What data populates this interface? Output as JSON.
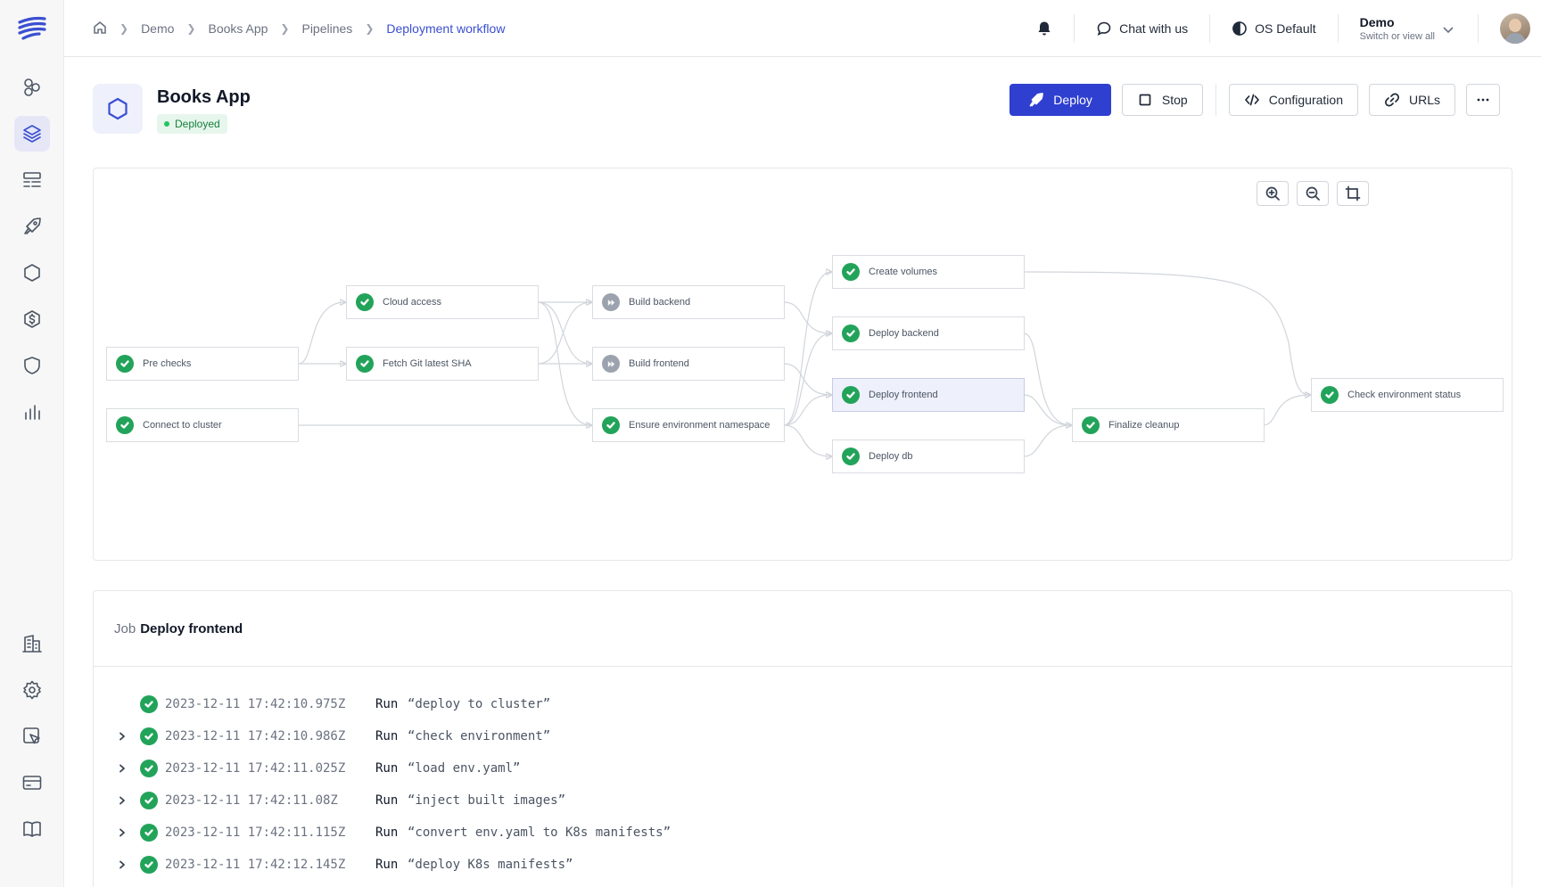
{
  "breadcrumb": [
    "Demo",
    "Books App",
    "Pipelines",
    "Deployment workflow"
  ],
  "topbar": {
    "chat_label": "Chat with us",
    "theme_label": "OS Default",
    "org_name": "Demo",
    "org_sub": "Switch or view all"
  },
  "app": {
    "title": "Books App",
    "status": "Deployed"
  },
  "actions": {
    "deploy": "Deploy",
    "stop": "Stop",
    "configuration": "Configuration",
    "urls": "URLs"
  },
  "pipeline": {
    "nodes": [
      {
        "label": "Pre checks",
        "status": "success"
      },
      {
        "label": "Connect to cluster",
        "status": "success"
      },
      {
        "label": "Cloud access",
        "status": "success"
      },
      {
        "label": "Fetch Git latest SHA",
        "status": "success"
      },
      {
        "label": "Build backend",
        "status": "skipped"
      },
      {
        "label": "Build frontend",
        "status": "skipped"
      },
      {
        "label": "Ensure environment namespace",
        "status": "success"
      },
      {
        "label": "Create volumes",
        "status": "success"
      },
      {
        "label": "Deploy backend",
        "status": "success"
      },
      {
        "label": "Deploy frontend",
        "status": "success",
        "selected": true
      },
      {
        "label": "Deploy db",
        "status": "success"
      },
      {
        "label": "Finalize cleanup",
        "status": "success"
      },
      {
        "label": "Check environment status",
        "status": "success"
      }
    ]
  },
  "job": {
    "label": "Job",
    "name": "Deploy frontend",
    "steps": [
      {
        "time": "2023-12-11 17:42:10.975Z",
        "action": "Run",
        "command": "“deploy to cluster”",
        "expandable": false
      },
      {
        "time": "2023-12-11 17:42:10.986Z",
        "action": "Run",
        "command": "“check environment”",
        "expandable": true
      },
      {
        "time": "2023-12-11 17:42:11.025Z",
        "action": "Run",
        "command": "“load env.yaml”",
        "expandable": true
      },
      {
        "time": "2023-12-11 17:42:11.08Z",
        "action": "Run",
        "command": "“inject built images”",
        "expandable": true
      },
      {
        "time": "2023-12-11 17:42:11.115Z",
        "action": "Run",
        "command": "“convert env.yaml to K8s manifests”",
        "expandable": true
      },
      {
        "time": "2023-12-11 17:42:12.145Z",
        "action": "Run",
        "command": "“deploy K8s manifests”",
        "expandable": true
      }
    ]
  },
  "colors": {
    "accent": "#2f3fcf",
    "success": "#22a35a",
    "skipped": "#9ca3af",
    "selected_bg": "#eef0fb"
  },
  "icons": {
    "sidebar": [
      "logo-icon",
      "components-icon",
      "layers-icon",
      "list-icon",
      "rocket-icon",
      "hexagon-icon",
      "dollar-icon",
      "shield-icon",
      "chart-icon",
      "building-icon",
      "gear-icon",
      "cursor-icon",
      "card-icon",
      "book-icon"
    ]
  }
}
